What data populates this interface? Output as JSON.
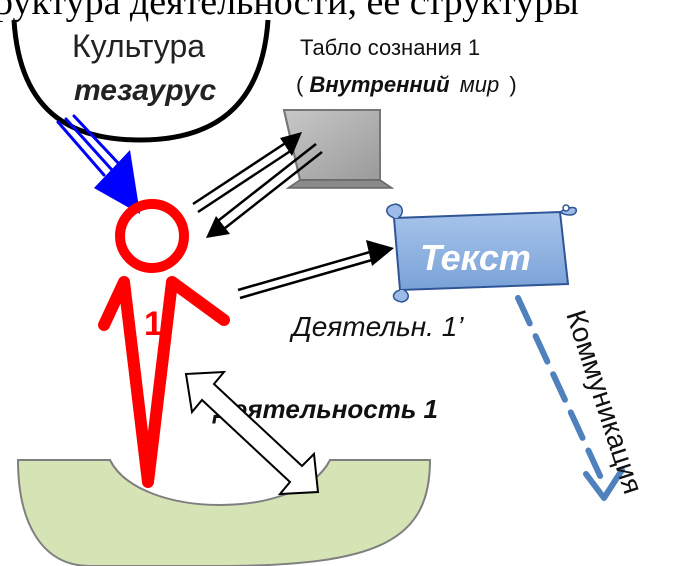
{
  "top_text": "руктура деятельности, ее структуры",
  "culture": {
    "label": "Культура",
    "sublabel": "тезаурус",
    "colors": {
      "outline": "#000000"
    }
  },
  "tablo": {
    "title": "Табло сознания 1",
    "subtitle_open": "(",
    "subtitle_bold": "Внутренний",
    "subtitle_regular": "мир",
    "subtitle_close": ")",
    "colors": {
      "face": "#b3b3b3",
      "side": "#8a8a8a"
    }
  },
  "person": {
    "number": "1",
    "color": "#ff0000"
  },
  "text_scroll": {
    "label": "Текст",
    "colors": {
      "fill": "#8eb4e3",
      "stroke": "#2f5597"
    }
  },
  "labels": {
    "activity_short": "Деятельн. 1’",
    "activity_full": "Деятельность 1",
    "communication": "Коммуникация"
  },
  "ground": {
    "colors": {
      "fill": "#d6e3b5",
      "stroke": "#7f7f7f"
    }
  },
  "arrows": {
    "colors": {
      "input": "#0000ff",
      "communication": "#4f81bd"
    }
  }
}
